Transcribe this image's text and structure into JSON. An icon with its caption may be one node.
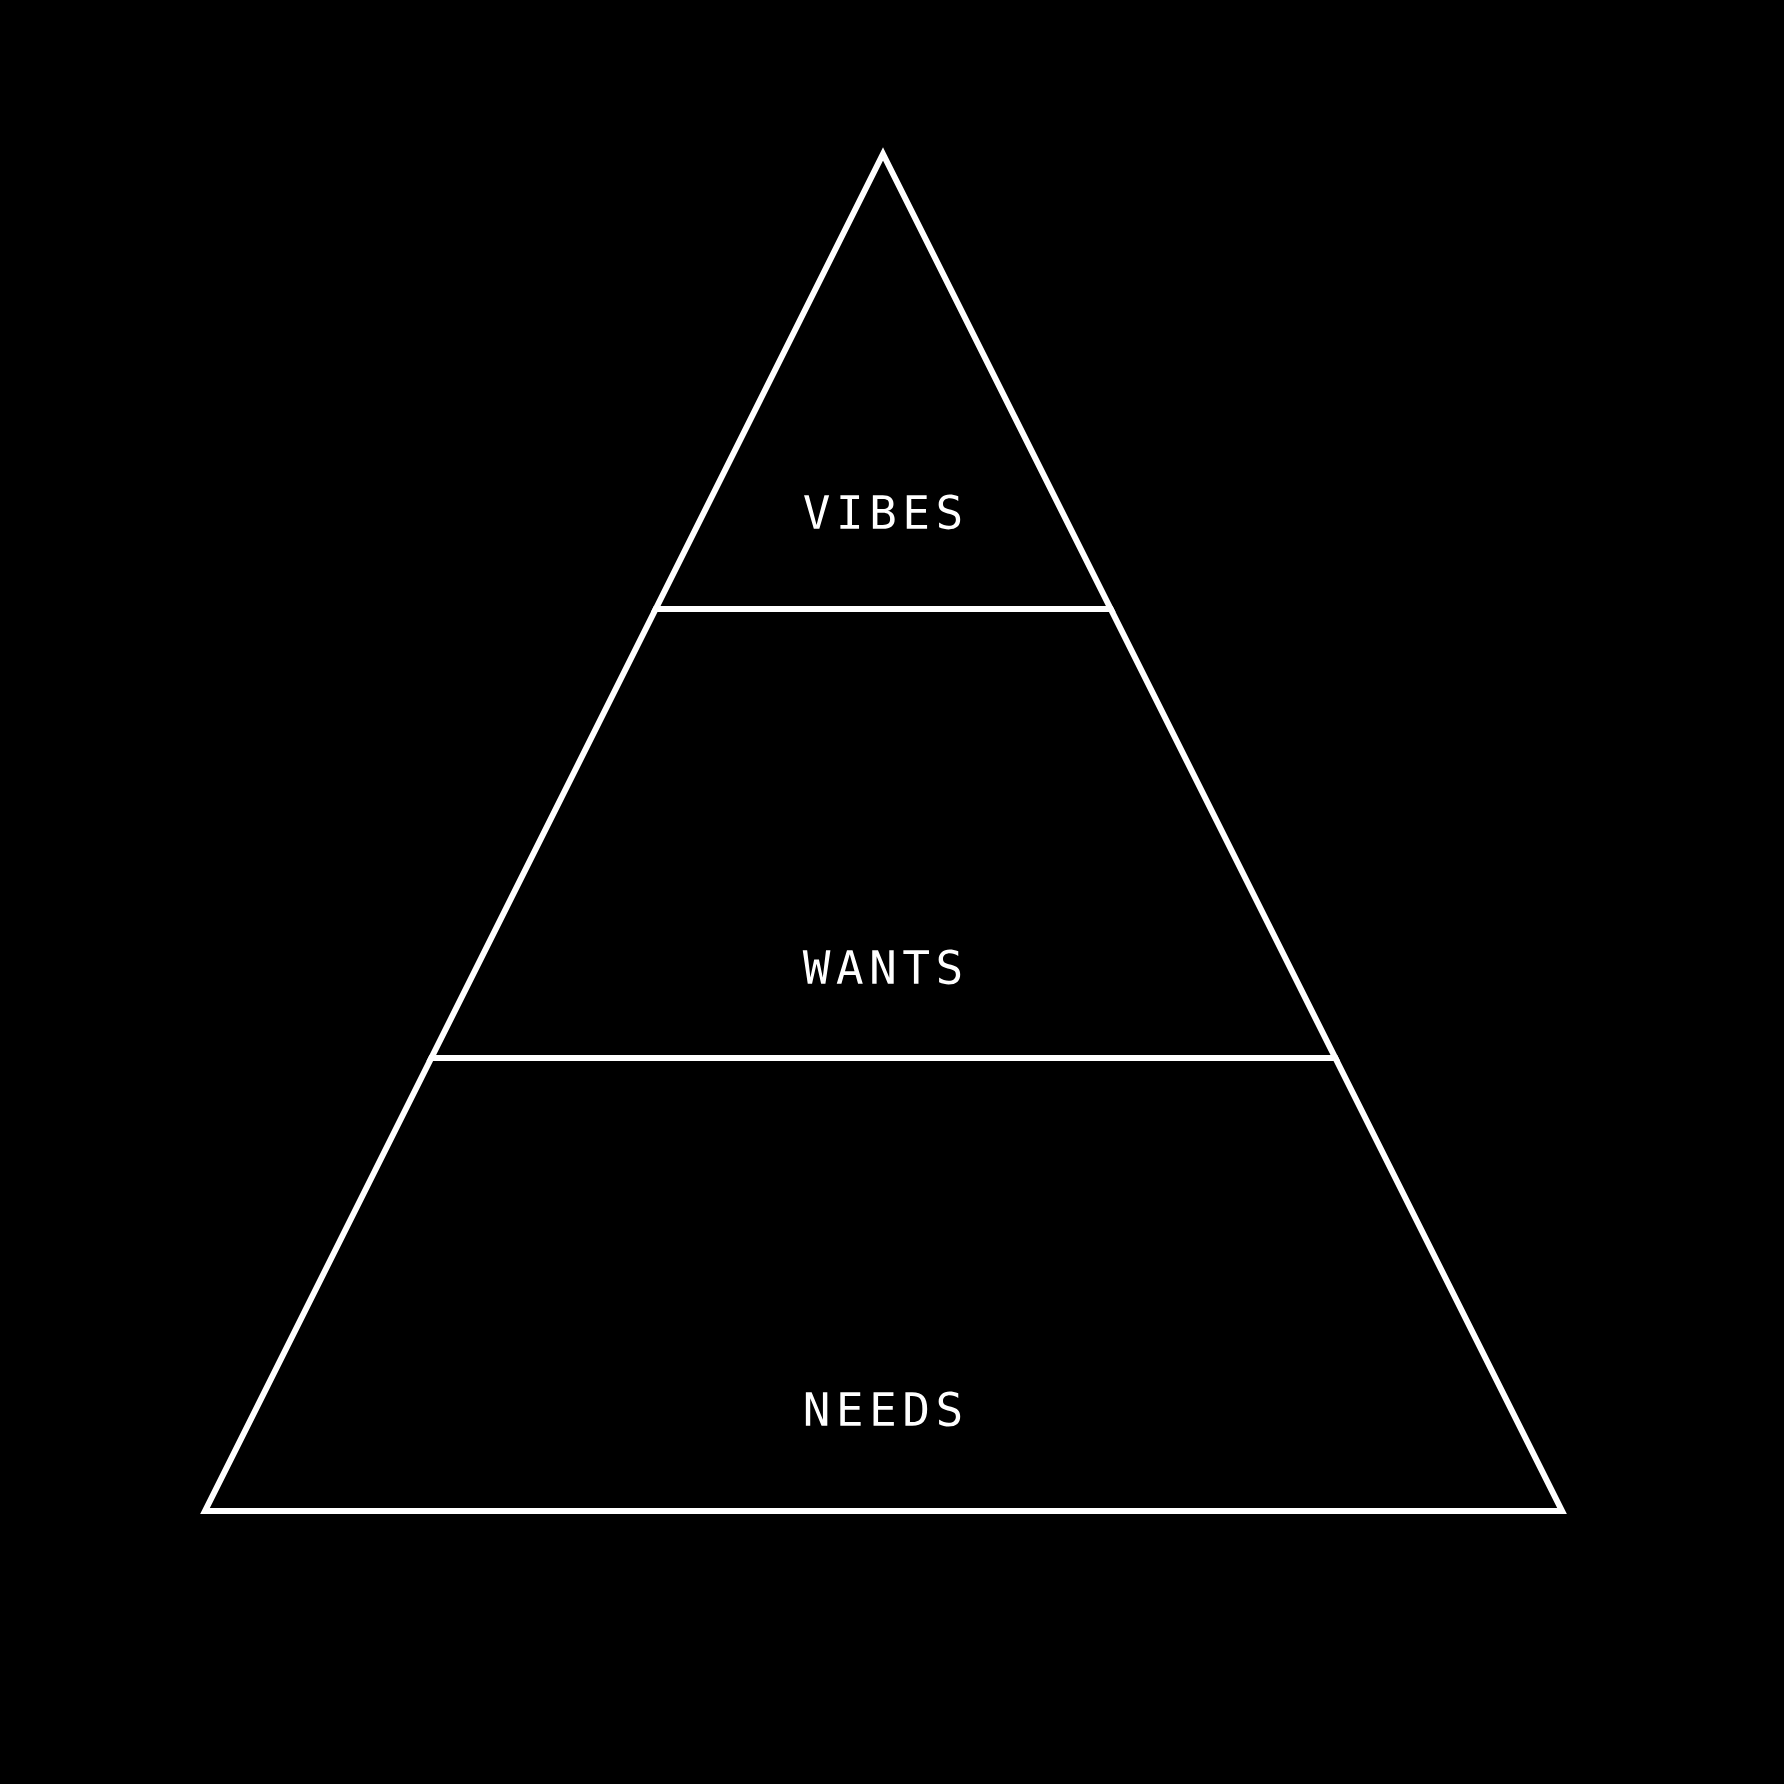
{
  "diagram": {
    "nodes": [
      {
        "text": [
          "VIBES"
        ]
      },
      {
        "text": [
          "WANTS"
        ]
      },
      {
        "text": [
          "NEEDS"
        ]
      }
    ]
  }
}
